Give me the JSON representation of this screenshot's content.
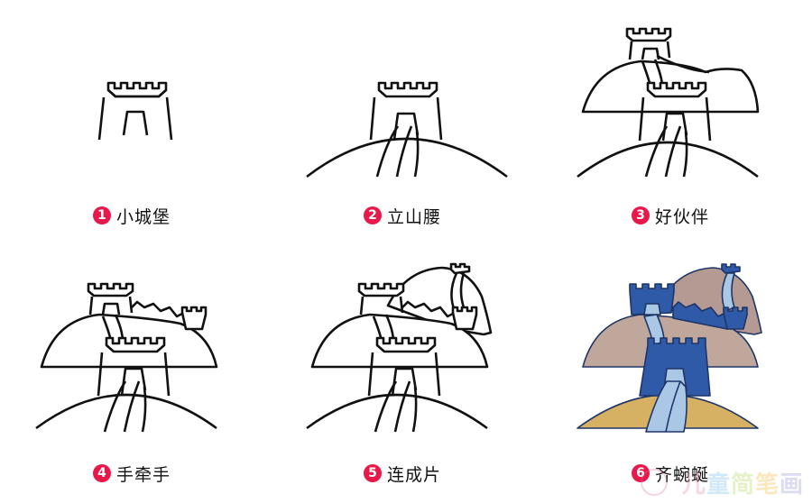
{
  "steps": [
    {
      "num": "1",
      "label": "小城堡"
    },
    {
      "num": "2",
      "label": "立山腰"
    },
    {
      "num": "3",
      "label": "好伙伴"
    },
    {
      "num": "4",
      "label": "手牵手"
    },
    {
      "num": "5",
      "label": "连成片"
    },
    {
      "num": "6",
      "label": "齐蜿蜒"
    }
  ],
  "watermark": {
    "chars": [
      "儿",
      "童",
      "简",
      "笔",
      "画"
    ]
  },
  "colors": {
    "badge": "#e8194a",
    "tower_dark": "#2f5aa8",
    "wall_light": "#aac8e6",
    "mountain_back": "#b59a93",
    "mountain_mid": "#bfa79c",
    "hill_front": "#d7b163"
  }
}
